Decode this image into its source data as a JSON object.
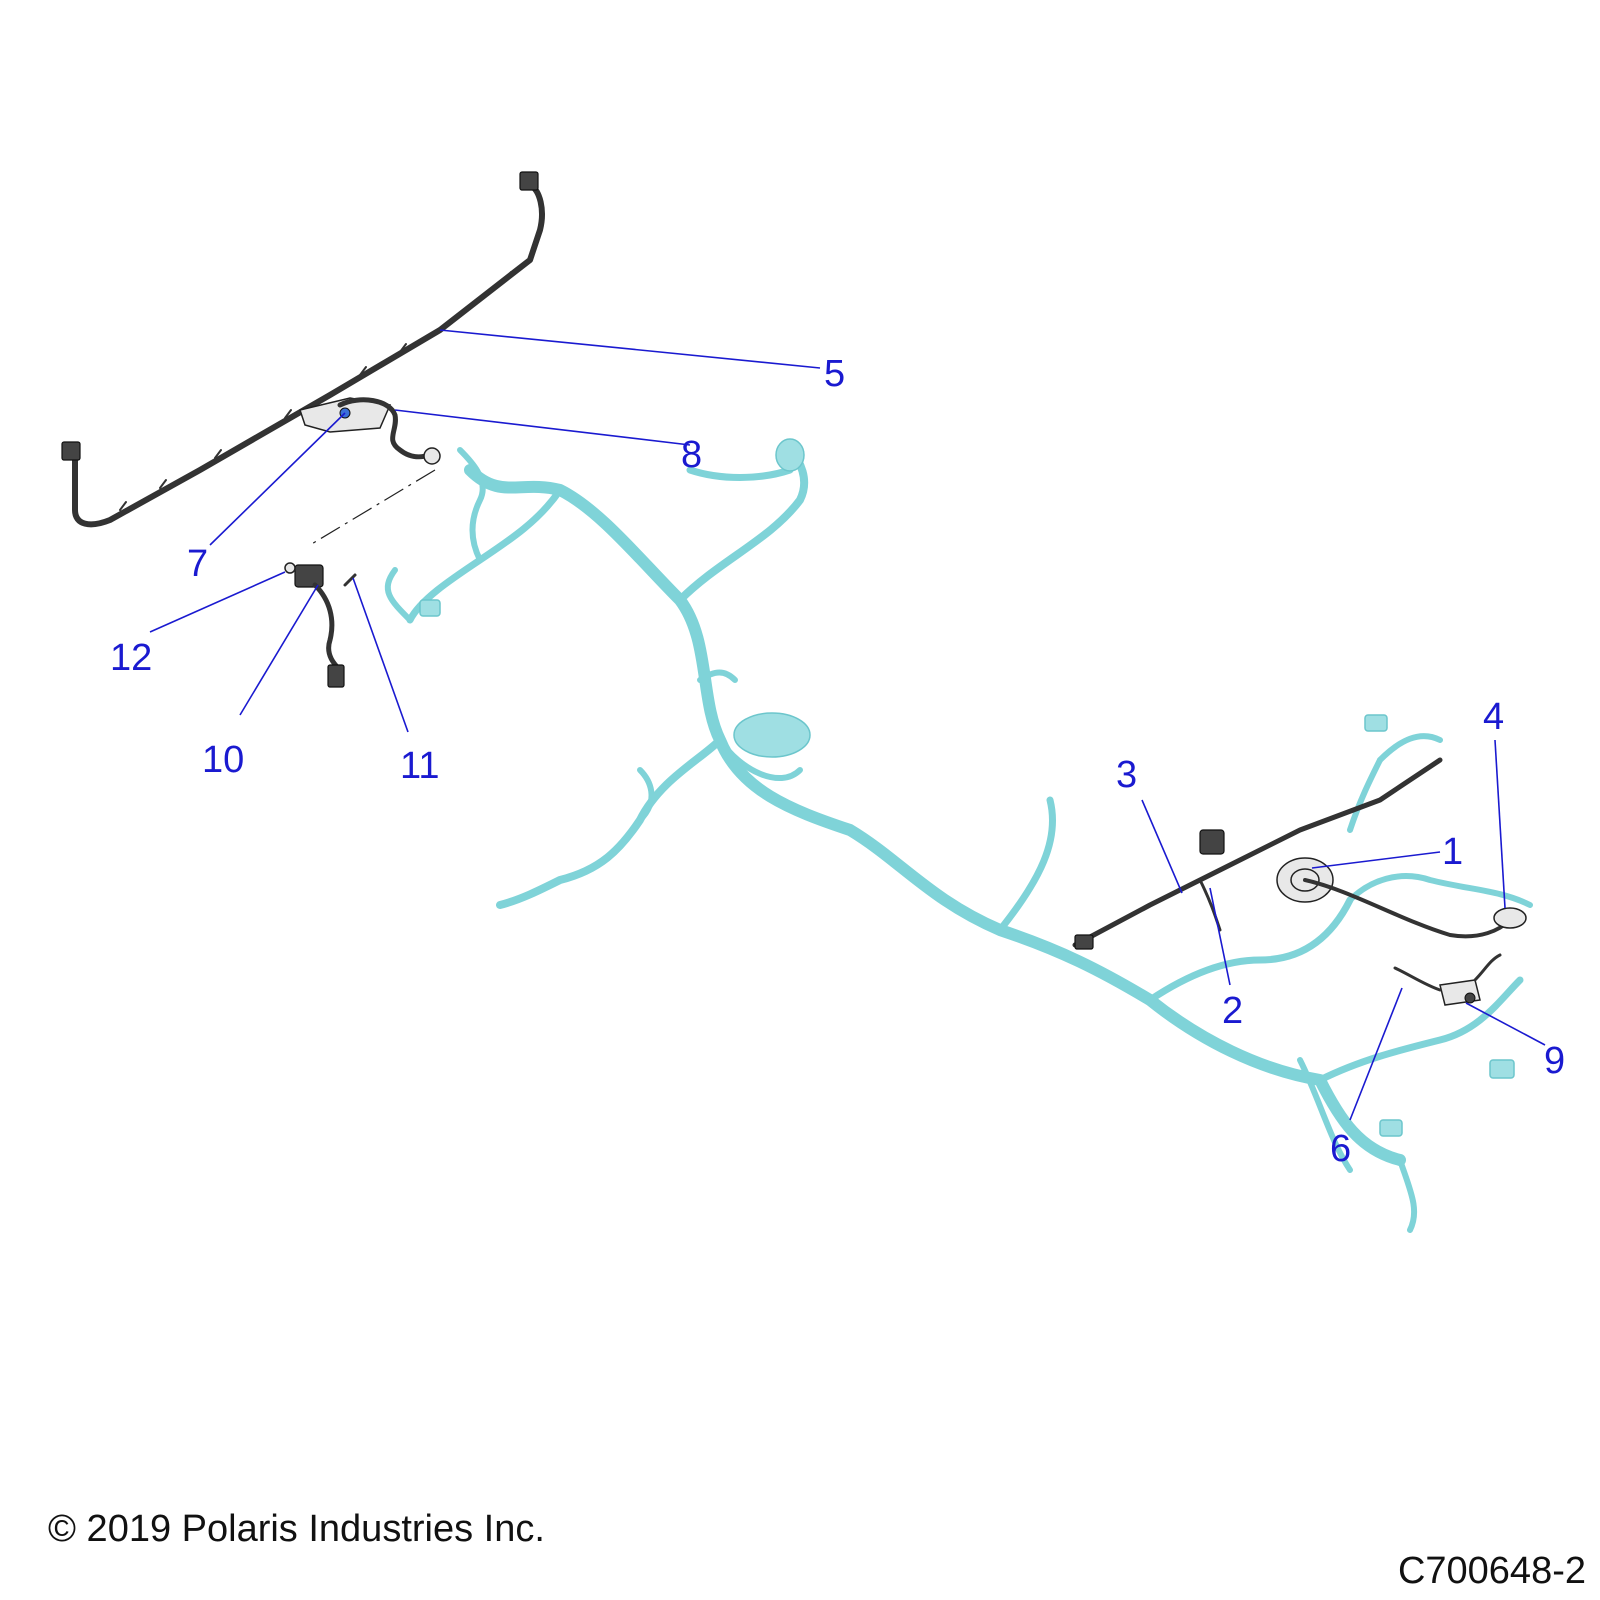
{
  "footer": {
    "copyright": "© 2019 Polaris Industries Inc.",
    "diagram_code": "C700648-2"
  },
  "callouts": {
    "c1": "1",
    "c2": "2",
    "c3": "3",
    "c4": "4",
    "c5": "5",
    "c6": "6",
    "c7": "7",
    "c8": "8",
    "c9": "9",
    "c10": "10",
    "c11": "11",
    "c12": "12"
  },
  "colors": {
    "callout": "#1a1ad0",
    "harness": "#7fd3d8",
    "part_outline": "#222222"
  }
}
